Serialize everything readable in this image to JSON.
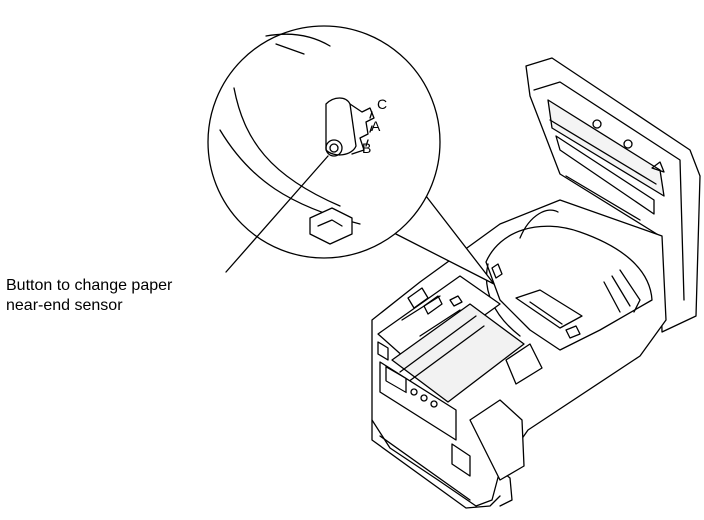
{
  "callout": {
    "line1": "Button to change paper",
    "line2": "near-end sensor"
  },
  "position_labels": {
    "c": "C",
    "a": "A",
    "b": "B"
  },
  "colors": {
    "line": "#000000",
    "fill": "#ffffff",
    "shade": "#f2f2f2"
  }
}
